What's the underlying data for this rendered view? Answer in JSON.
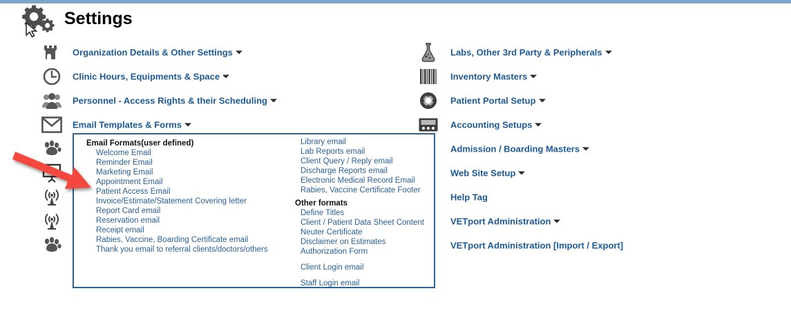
{
  "header": {
    "title": "Settings",
    "gear_icon": "gear-icon",
    "cursor_icon": "mouse-cursor-icon"
  },
  "theme": {
    "top_rule": "#7ba7cc",
    "link_blue": "#1c5a96",
    "sublink_blue": "#2a6099",
    "panel_border": "#2e6296",
    "icon_gray": "#555555",
    "arrow_red": "#f4463c"
  },
  "left_column": [
    {
      "icon": "fort-castle-icon",
      "label": "Organization Details & Other Settings",
      "caret": true
    },
    {
      "icon": "clock-icon",
      "label": "Clinic Hours, Equipments & Space",
      "caret": true
    },
    {
      "icon": "people-group-icon",
      "label": "Personnel - Access Rights & their Scheduling",
      "caret": true
    },
    {
      "icon": "envelope-icon",
      "label": "Email Templates & Forms",
      "caret": true
    },
    {
      "icon": "paw-print-icon",
      "label": "",
      "caret": false
    },
    {
      "icon": "presentation-board-icon",
      "label": "",
      "caret": false
    },
    {
      "icon": "antenna-signal-icon",
      "label": "",
      "caret": false
    },
    {
      "icon": "antenna-signal-icon",
      "label": "",
      "caret": false
    },
    {
      "icon": "paw-print-icon",
      "label": "",
      "caret": false
    }
  ],
  "right_column": [
    {
      "icon": "flask-icon",
      "label": "Labs, Other 3rd Party & Peripherals",
      "caret": true
    },
    {
      "icon": "barcode-icon",
      "label": "Inventory Masters",
      "caret": true
    },
    {
      "icon": "life-ring-icon",
      "label": "Patient Portal Setup",
      "caret": true
    },
    {
      "icon": "calculator-device-icon",
      "label": "Accounting Setups",
      "caret": true
    },
    {
      "icon": "",
      "label": "Admission / Boarding Masters",
      "caret": true
    },
    {
      "icon": "",
      "label": "Web Site Setup",
      "caret": true
    },
    {
      "icon": "",
      "label": "Help Tag",
      "caret": false
    },
    {
      "icon": "",
      "label": "VETport Administration",
      "caret": true
    },
    {
      "icon": "",
      "label": "VETport Administration [Import / Export]",
      "caret": false
    }
  ],
  "dropdown": {
    "open_for": "Email Templates & Forms",
    "column_a": {
      "heading": "Email Formats(user defined)",
      "items": [
        "Welcome Email",
        "Reminder Email",
        "Marketing Email",
        "Appointment Email",
        "Patient Access Email",
        "Invoice/Estimate/Statement Covering letter",
        "Report Card email",
        "Reservation email",
        "Receipt email",
        "Rabies, Vaccine, Boarding Certificate email",
        "Thank you email to referral clients/doctors/others"
      ]
    },
    "column_b": {
      "items_top": [
        "Library email",
        "Lab Reports email",
        "Client Query / Reply email",
        "Discharge Reports email",
        "Electronic Medical Record Email",
        "Rabies, Vaccine Certificate Footer"
      ],
      "heading": "Other formats",
      "items_mid": [
        "Define Titles",
        "Client / Patient Data Sheet Content",
        "Neuter Certificate",
        "Disclaimer on Estimates",
        "Authorization Form"
      ],
      "items_bottom": [
        "Client Login email",
        "Staff Login email"
      ]
    }
  },
  "annotation": {
    "arrow_icon": "red-arrow-annotation",
    "points_at": "Appointment Email"
  }
}
